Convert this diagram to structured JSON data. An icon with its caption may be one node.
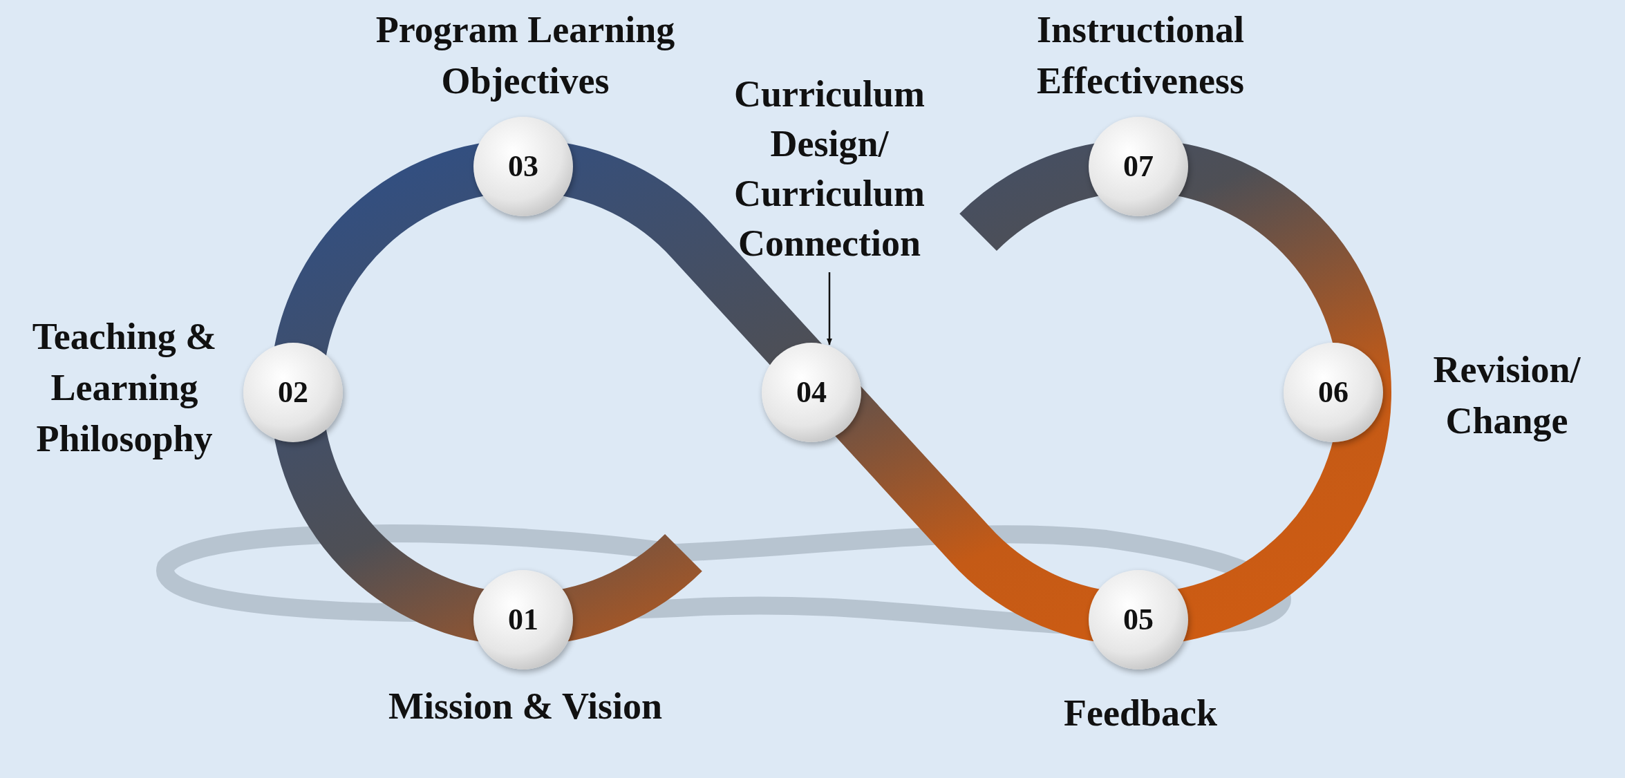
{
  "diagram": {
    "nodes": [
      {
        "text": [
          "01"
        ],
        "beside": [
          "Mission & Vision"
        ]
      },
      {
        "text": [
          "02"
        ],
        "beside": [
          "Teaching & Learning Philosophy"
        ]
      },
      {
        "text": [
          "03"
        ],
        "beside": [
          "Program Learning Objectives"
        ]
      },
      {
        "text": [
          "04"
        ]
      },
      {
        "text": [
          "Curriculum Design/ Curriculum Connection"
        ]
      },
      {
        "text": [
          "05"
        ],
        "beside": [
          "Feedback"
        ]
      },
      {
        "text": [
          "06"
        ],
        "beside": [
          "Revision/ Change"
        ]
      },
      {
        "text": [
          "07"
        ],
        "beside": [
          "Instructional Effectiveness"
        ]
      }
    ],
    "edges": [
      {
        "from": 4,
        "to": 3,
        "arrow": "to"
      }
    ]
  }
}
